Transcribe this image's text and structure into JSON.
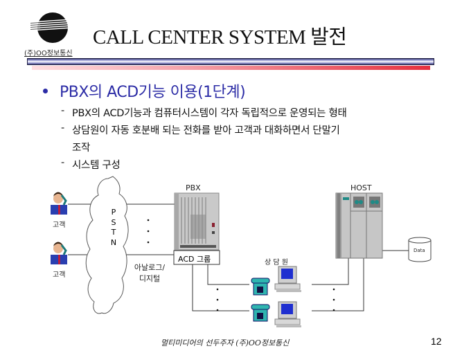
{
  "header": {
    "company": "(주)OO정보통신",
    "title": "CALL CENTER SYSTEM 발전",
    "logo_icon": "globe-stripes-logo",
    "colors": {
      "bar_dark": "#1c1c40",
      "bar_red": "#e6303e"
    }
  },
  "content": {
    "heading": "PBX의 ACD기능 이용(1단계)",
    "heading_color": "#2c2ca6",
    "bullets": [
      {
        "dash": "-",
        "text": "PBX의 ACD기능과 컴퓨터시스템이 각자 독립적으로 운영되는 형태"
      },
      {
        "dash": "-",
        "text": "상담원이 자동 호분배 되는 전화를 받아 고객과 대화하면서 단말기"
      },
      {
        "dash": "",
        "text": "조작"
      },
      {
        "dash": "-",
        "text": "시스템 구성"
      }
    ]
  },
  "diagram": {
    "customers": [
      {
        "label": "고객"
      },
      {
        "label": "고객"
      }
    ],
    "pstn_letters": [
      "P",
      "S",
      "T",
      "N"
    ],
    "pbx_label": "PBX",
    "acd_group_label": "ACD 그룹",
    "analog_digital_line1": "아날로그/",
    "analog_digital_line2": "디지털",
    "agents_label": "상 담 원",
    "host_label": "HOST",
    "data_label": "Data"
  },
  "footer": {
    "slogan": "멀티미디어의 선두주자 (주)OO정보통신",
    "page_number": "12"
  }
}
